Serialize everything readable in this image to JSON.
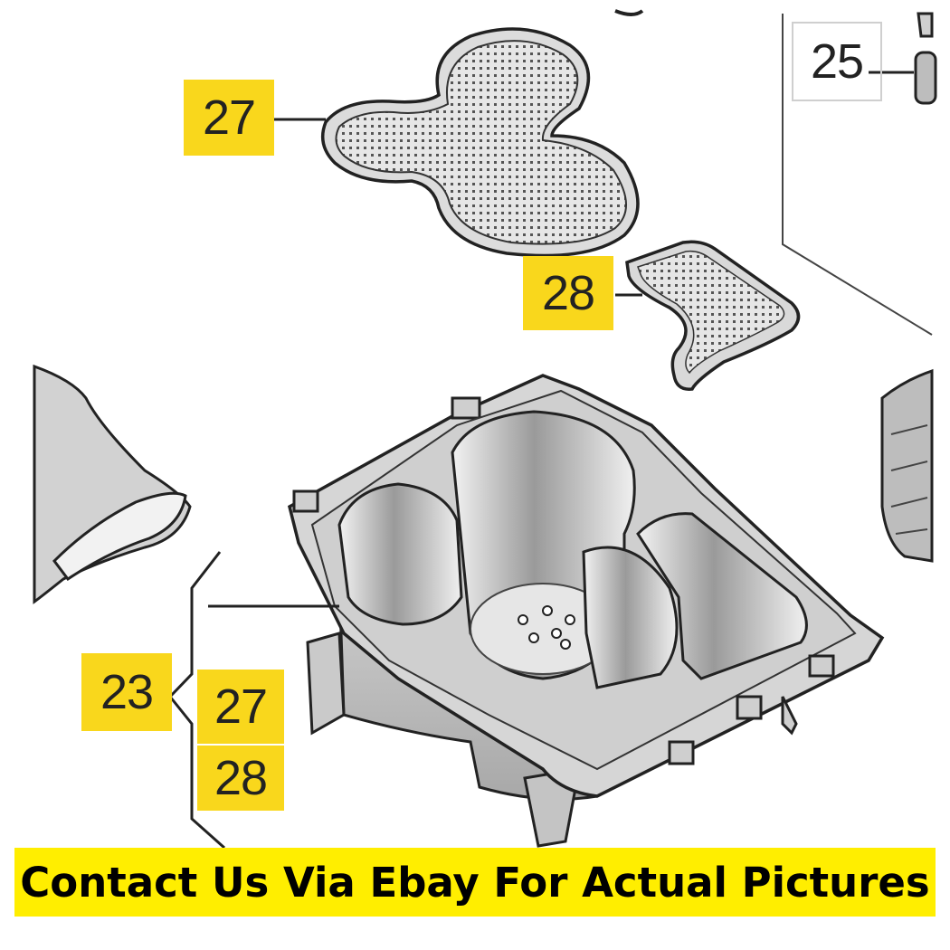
{
  "callouts": {
    "part_25": "25",
    "part_27_top": "27",
    "part_28_top": "28",
    "part_23": "23",
    "part_27_bottom": "27",
    "part_28_bottom": "28"
  },
  "banner": {
    "text": "Contact Us Via Ebay For Actual Pictures"
  },
  "colors": {
    "callout_highlight": "#f9d71c",
    "banner_background": "#ffee00",
    "line_art": "#222222",
    "part_fill": "#d9d9d9"
  }
}
